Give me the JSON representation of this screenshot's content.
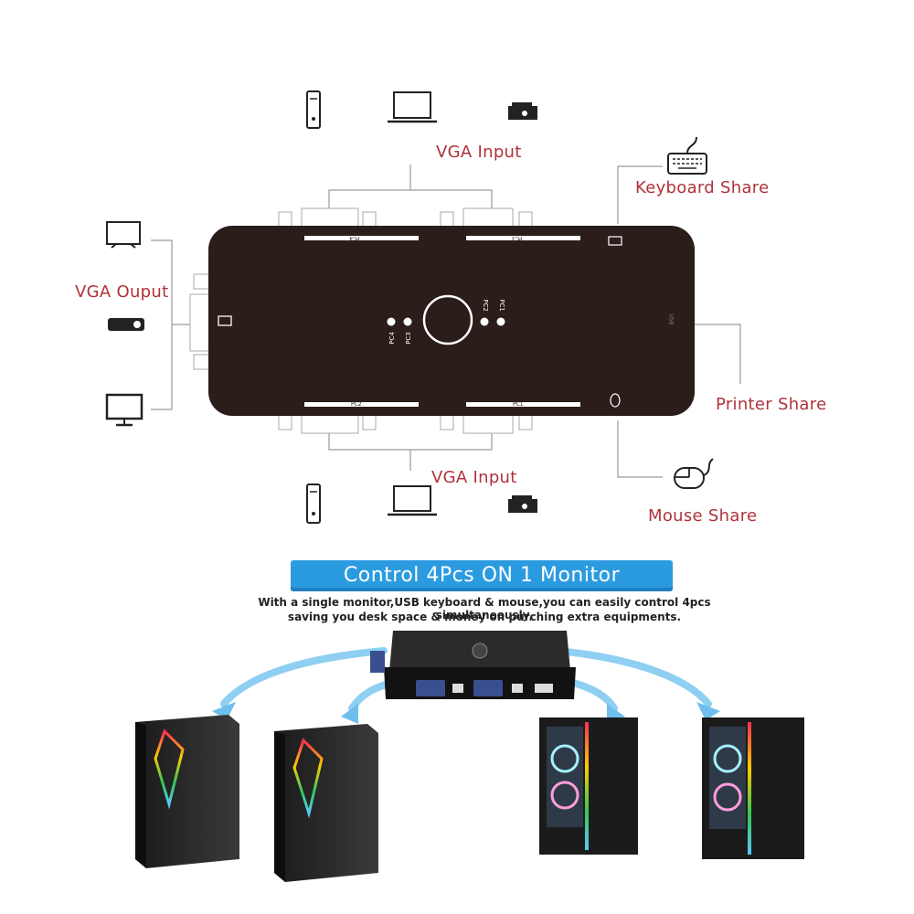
{
  "diagram": {
    "labels": {
      "vga_input_top": "VGA Input",
      "vga_input_bottom": "VGA Input",
      "vga_output": "VGA Ouput",
      "keyboard_share": "Keyboard  Share",
      "printer_share": "Printer Share",
      "mouse_share": "Mouse Share"
    },
    "port_labels": {
      "top_left": "PC4",
      "top_right": "PC3",
      "bottom_left": "PC2",
      "bottom_right": "PC1"
    },
    "led_labels": [
      "PC4",
      "PC3",
      "PC2",
      "PC1"
    ],
    "side_label": "USB"
  },
  "promo": {
    "banner": "Control 4Pcs ON 1 Monitor",
    "description_line1": "With a single monitor,USB keyboard & mouse,you can easily control 4pcs simultaneously,",
    "description_line2": "saving you desk space & money on purching extra equipments."
  },
  "colors": {
    "accent_label": "#b0323a",
    "switch_body": "#2a1d1a",
    "banner": "#2b9be0",
    "arrow": "#8ecff2"
  },
  "icons": [
    "tower-icon",
    "laptop-icon",
    "projector-icon",
    "monitor-icon",
    "keyboard-icon",
    "mouse-icon",
    "printer-icon"
  ]
}
